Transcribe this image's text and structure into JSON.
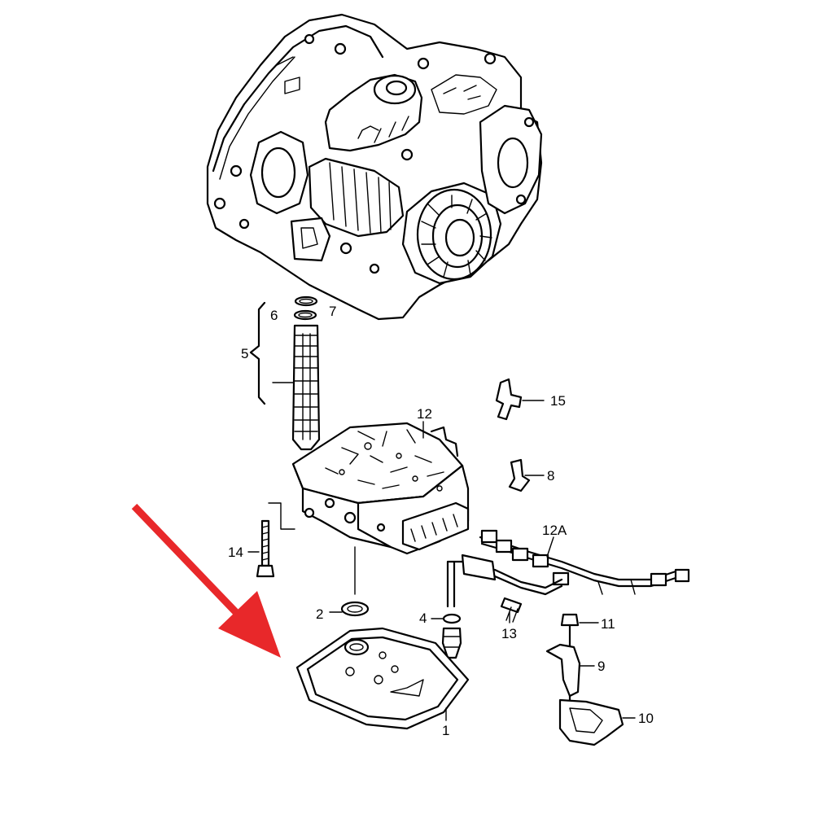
{
  "callouts": {
    "c1": "1",
    "c2": "2",
    "c4": "4",
    "c5": "5",
    "c6": "6",
    "c7": "7",
    "c8": "8",
    "c9": "9",
    "c10": "10",
    "c11": "11",
    "c12": "12",
    "c12a": "12A",
    "c13": "13",
    "c14": "14",
    "c15": "15"
  },
  "colors": {
    "arrow": "#e8282a",
    "line": "#000000",
    "background": "#ffffff"
  }
}
